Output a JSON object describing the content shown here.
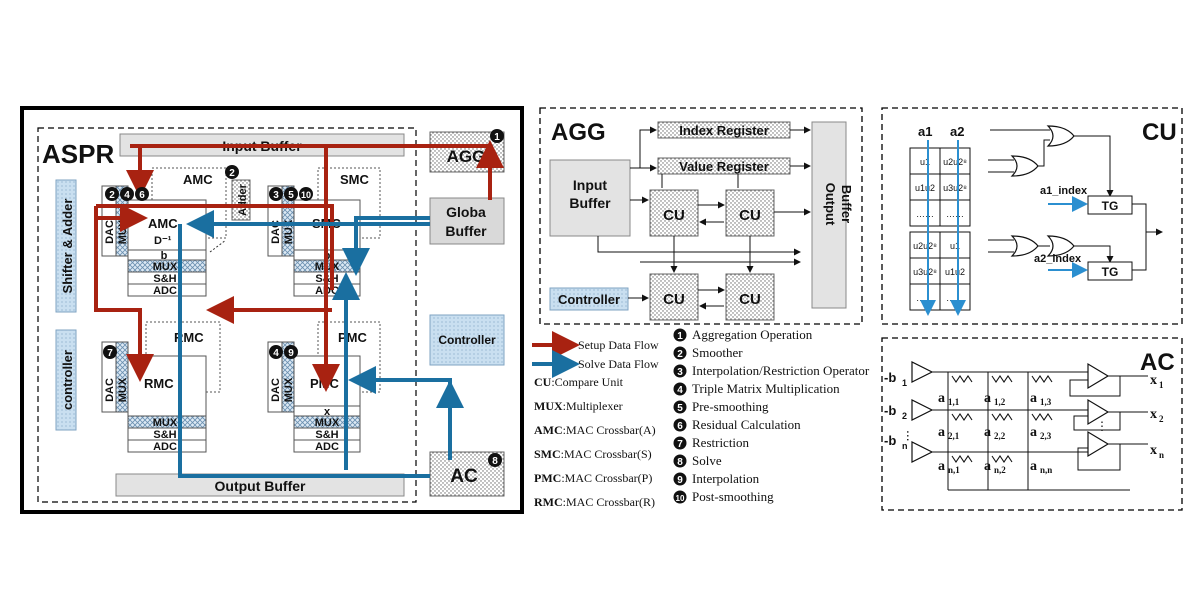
{
  "aspr": {
    "title": "ASPR",
    "input_buffer": "Input Buffer",
    "output_buffer": "Output Buffer",
    "agg_box": "AGG",
    "global_buffer_l1": "Globa",
    "global_buffer_l2": "Buffer",
    "controller_box": "Controller",
    "ac_box": "AC",
    "shifter_adder": "Shifter & Adder",
    "controller_side": "controller",
    "adder": "Adder",
    "amc_label": "AMC",
    "smc_label": "SMC",
    "rmc_label": "RMC",
    "pmc_label": "PMC",
    "dac": "DAC",
    "mux": "MUX",
    "sh": "S&H",
    "adc": "ADC",
    "d_inv": "D⁻¹",
    "b": "b",
    "x": "x",
    "m_amc": "AMC",
    "m_smc": "SMC",
    "m_rmc": "RMC",
    "m_pmc": "PMC",
    "n1": "1",
    "n2": "2",
    "n3": "3",
    "n4": "4",
    "n5": "5",
    "n6": "6",
    "n7": "7",
    "n8": "8",
    "n9": "9",
    "n10": "10"
  },
  "legend": {
    "setup": "Setup Data Flow",
    "solve": "Solve Data Flow",
    "abbrevs": [
      {
        "key": "CU",
        "text": ":Compare Unit"
      },
      {
        "key": "MUX",
        "text": ":Multiplexer"
      },
      {
        "key": "AMC",
        "text": ":MAC Crossbar(A)"
      },
      {
        "key": "SMC",
        "text": ":MAC Crossbar(S)"
      },
      {
        "key": "PMC",
        "text": ":MAC Crossbar(P)"
      },
      {
        "key": "RMC",
        "text": ":MAC Crossbar(R)"
      }
    ],
    "steps": [
      {
        "num": "1",
        "text": "Aggregation Operation"
      },
      {
        "num": "2",
        "text": "Smoother"
      },
      {
        "num": "3",
        "text": "Interpolation/Restriction Operator"
      },
      {
        "num": "4",
        "text": "Triple Matrix Multiplication"
      },
      {
        "num": "5",
        "text": "Pre-smoothing"
      },
      {
        "num": "6",
        "text": "Residual Calculation"
      },
      {
        "num": "7",
        "text": "Restriction"
      },
      {
        "num": "8",
        "text": "Solve"
      },
      {
        "num": "9",
        "text": "Interpolation"
      },
      {
        "num": "10",
        "text": "Post-smoothing"
      }
    ]
  },
  "agg": {
    "title": "AGG",
    "index_register": "Index Register",
    "value_register": "Value Register",
    "input_buffer_l1": "Input",
    "input_buffer_l2": "Buffer",
    "output_buffer_l1": "Output",
    "output_buffer_l2": "Buffer",
    "cu": "CU",
    "controller": "Controller"
  },
  "cu_panel": {
    "title": "CU",
    "a1": "a1",
    "a2": "a2",
    "a1_index": "a1_index",
    "a2_index": "a2_index",
    "tg": "TG",
    "cells": [
      [
        "u1",
        "u2u2⁸"
      ],
      [
        "u1u2",
        "u3u2⁸"
      ],
      [
        "……",
        "……"
      ],
      [
        "u2u2⁸",
        "u1"
      ],
      [
        "u3u2⁸",
        "u1u2"
      ],
      [
        "……",
        "……"
      ]
    ]
  },
  "ac_panel": {
    "title": "AC",
    "b1": "-b",
    "b1s": "1",
    "b2": "-b",
    "b2s": "2",
    "bn": "-b",
    "bns": "n",
    "a11": "a",
    "a11s": "1,1",
    "a12": "a",
    "a12s": "1,2",
    "a13": "a",
    "a13s": "1,3",
    "a21": "a",
    "a21s": "2,1",
    "a22": "a",
    "a22s": "2,2",
    "a23": "a",
    "a23s": "2,3",
    "an1": "a",
    "an1s": "n,1",
    "an2": "a",
    "an2s": "n,2",
    "ann": "a",
    "anns": "n,n",
    "x1": "x",
    "x1s": "1",
    "x2": "x",
    "x2s": "2",
    "xn": "x",
    "xns": "n"
  },
  "colors": {
    "setup": "#a82211",
    "solve": "#1a6fa0"
  }
}
